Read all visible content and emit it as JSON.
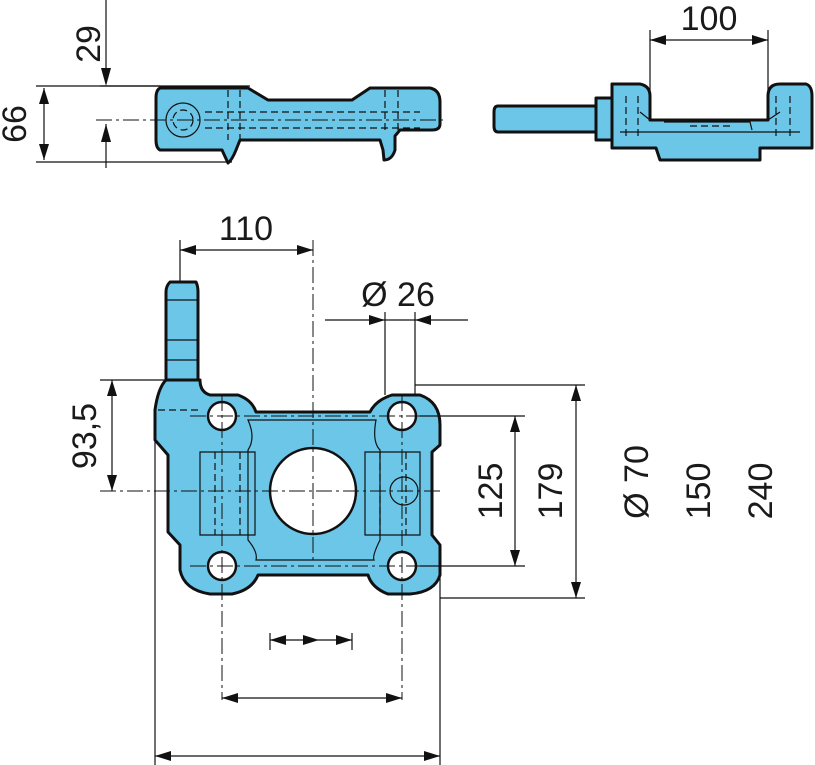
{
  "colors": {
    "part_fill": "#6cc6e8",
    "outline": "#111111",
    "background": "#ffffff"
  },
  "dimensions": {
    "side_top_offset": "29",
    "side_height": "66",
    "end_view_width": "100",
    "pin_offset": "110",
    "bolt_hole_diameter": "Ø 26",
    "pin_height_offset": "93,5",
    "hole_spacing_vertical": "125",
    "outer_height": "179",
    "center_hole_diameter": "Ø 70",
    "hole_spacing_horizontal": "150",
    "overall_width": "240"
  }
}
